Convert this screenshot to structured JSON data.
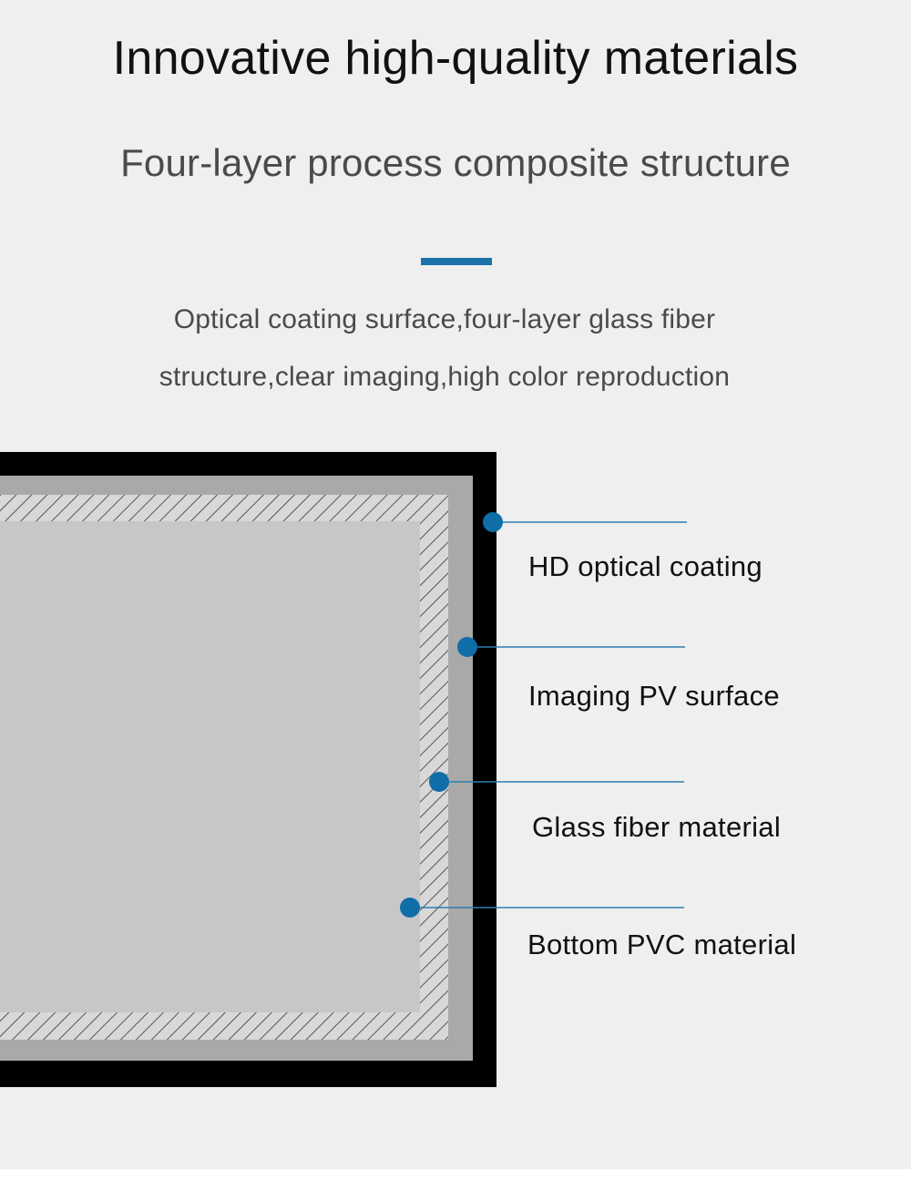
{
  "header": {
    "title": "Innovative high-quality materials",
    "subtitle": "Four-layer process composite structure"
  },
  "description": {
    "line1": "Optical coating surface,four-layer glass fiber",
    "line2": "structure,clear imaging,high color reproduction"
  },
  "layers": [
    {
      "label": "HD optical coating"
    },
    {
      "label": "Imaging PV surface"
    },
    {
      "label": "Glass fiber material"
    },
    {
      "label": "Bottom PVC material"
    }
  ],
  "colors": {
    "background": "#efefef",
    "accent": "#1a72a8",
    "outer_frame": "#000000",
    "middle_layer": "#a9a9a9",
    "inner_panel": "#c8c7c8",
    "hatch": "#555555"
  }
}
